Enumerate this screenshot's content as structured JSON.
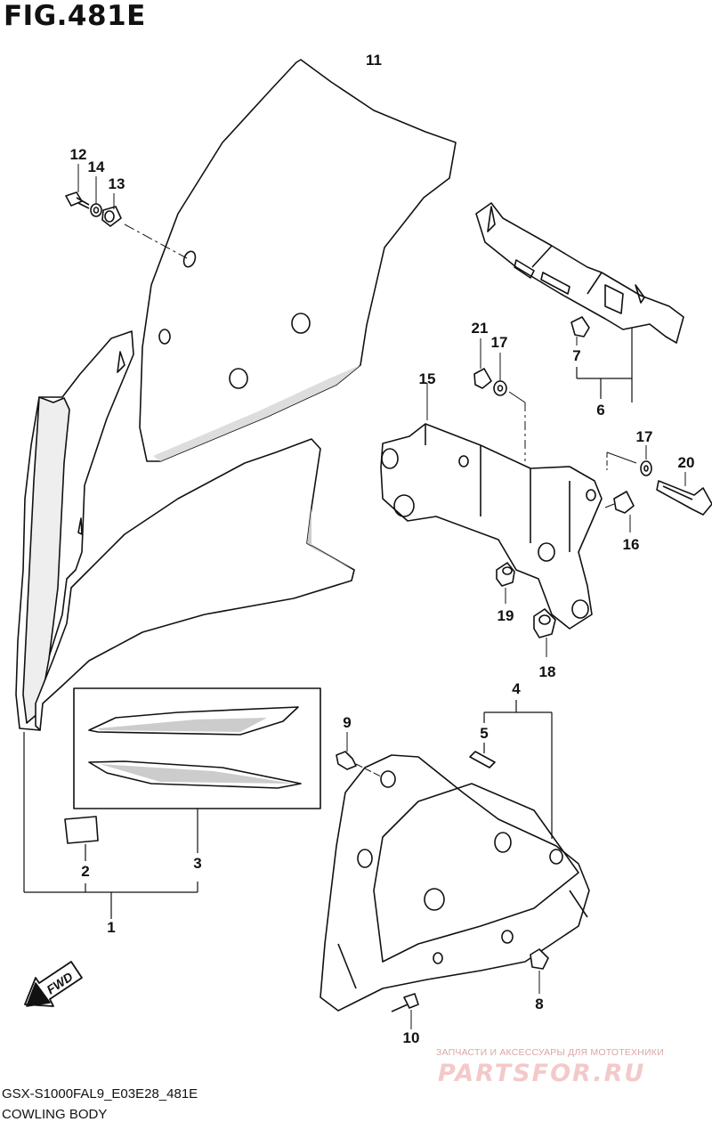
{
  "figure": {
    "title": "FIG.481E",
    "model_code": "GSX-S1000FAL9_E03E28_481E",
    "caption": "COWLING BODY"
  },
  "callouts": [
    "1",
    "2",
    "3",
    "4",
    "5",
    "6",
    "7",
    "8",
    "9",
    "10",
    "11",
    "12",
    "13",
    "14",
    "15",
    "16",
    "17",
    "17",
    "18",
    "19",
    "20",
    "21"
  ],
  "fwd_arrow": {
    "label": "FWD"
  },
  "watermark": {
    "tagline": "ЗАПЧАСТИ И АКСЕССУАРЫ ДЛЯ МОТОТЕХНИКИ",
    "logo": "PARTSFOR.RU"
  },
  "colors": {
    "line": "#111111",
    "background": "#ffffff",
    "watermark": "#f3c9c9"
  }
}
